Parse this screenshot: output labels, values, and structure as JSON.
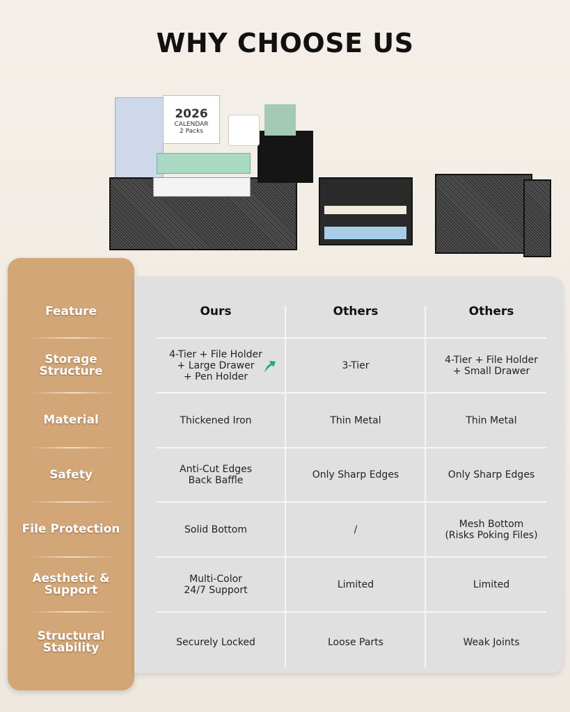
{
  "title": "WHY CHOOSE US",
  "product_calendar": {
    "year": "2026",
    "label": "CALENDAR",
    "packs": "2 Packs"
  },
  "colors": {
    "feature_panel": "#d3a677",
    "table_bg": "#e0e0e0",
    "arrow": "#1aa58a"
  },
  "headers": [
    "Feature",
    "Ours",
    "Others",
    "Others"
  ],
  "rows": [
    {
      "feature": "Storage\nStructure",
      "cells": [
        "4-Tier + File Holder\n+ Large Drawer\n+ Pen Holder",
        "3-Tier",
        "4-Tier + File Holder\n+ Small Drawer"
      ],
      "icon": "up-arrow-icon"
    },
    {
      "feature": "Material",
      "cells": [
        "Thickened Iron",
        "Thin Metal",
        "Thin Metal"
      ]
    },
    {
      "feature": "Safety",
      "cells": [
        "Anti-Cut Edges\nBack Baffle",
        "Only Sharp Edges",
        "Only Sharp Edges"
      ]
    },
    {
      "feature": "File Protection",
      "cells": [
        "Solid Bottom",
        "/",
        "Mesh Bottom\n(Risks Poking Files)"
      ]
    },
    {
      "feature": "Aesthetic &\nSupport",
      "cells": [
        "Multi-Color\n24/7 Support",
        "Limited",
        "Limited"
      ]
    },
    {
      "feature": "Structural\nStability",
      "cells": [
        "Securely Locked",
        "Loose Parts",
        "Weak Joints"
      ]
    }
  ]
}
